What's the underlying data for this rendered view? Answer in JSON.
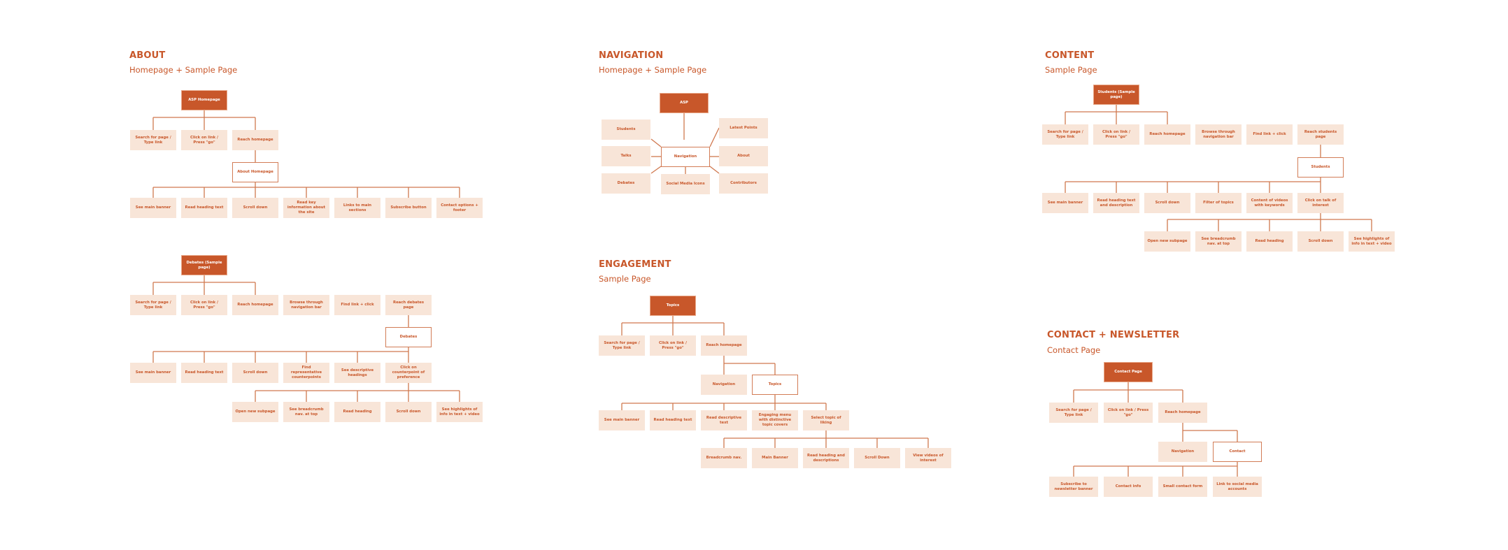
{
  "colors": {
    "accent": "#C8572A",
    "box_fill": "#F8E5D8",
    "line": "#D0784F"
  },
  "sections": [
    {
      "id": "about",
      "title": "ABOUT",
      "subtitle": "Homepage + Sample Page",
      "nodes": [
        {
          "label": "ASP Homepage",
          "kind": "root"
        },
        {
          "label": "Search for page / Type link"
        },
        {
          "label": "Click on link / Press \"go\""
        },
        {
          "label": "Reach homepage"
        },
        {
          "label": "About Homepage",
          "kind": "outline"
        },
        {
          "label": "See main banner"
        },
        {
          "label": "Read heading text"
        },
        {
          "label": "Scroll down"
        },
        {
          "label": "Read key information about the site"
        },
        {
          "label": "Links to main sections"
        },
        {
          "label": "Subscribe button"
        },
        {
          "label": "Contact options + footer"
        },
        {
          "label": "Debates (Sample page)",
          "kind": "root"
        },
        {
          "label": "Search for page / Type link"
        },
        {
          "label": "Click on link / Press \"go\""
        },
        {
          "label": "Reach homepage"
        },
        {
          "label": "Browse through navigation bar"
        },
        {
          "label": "Find link + click"
        },
        {
          "label": "Reach debates page"
        },
        {
          "label": "Debates",
          "kind": "outline"
        },
        {
          "label": "See main banner"
        },
        {
          "label": "Read heading text"
        },
        {
          "label": "Scroll down"
        },
        {
          "label": "Find representative counterpoints"
        },
        {
          "label": "See descriptive headings"
        },
        {
          "label": "Click on counterpoint of preference"
        },
        {
          "label": "Open new subpage"
        },
        {
          "label": "See breadcrumb nav. at top"
        },
        {
          "label": "Read heading"
        },
        {
          "label": "Scroll down"
        },
        {
          "label": "See highlights of info in text + video"
        }
      ]
    },
    {
      "id": "navigation",
      "title": "NAVIGATION",
      "subtitle": "Homepage + Sample Page",
      "nodes": [
        {
          "label": "ASP",
          "kind": "root"
        },
        {
          "label": "Students"
        },
        {
          "label": "Talks"
        },
        {
          "label": "Debates"
        },
        {
          "label": "Navigation",
          "kind": "outline"
        },
        {
          "label": "Social Media Icons"
        },
        {
          "label": "Latest Points"
        },
        {
          "label": "About"
        },
        {
          "label": "Contributors"
        }
      ]
    },
    {
      "id": "content",
      "title": "CONTENT",
      "subtitle": "Sample Page",
      "nodes": [
        {
          "label": "Students (Sample page)",
          "kind": "root"
        },
        {
          "label": "Search for page / Type link"
        },
        {
          "label": "Click on link / Press \"go\""
        },
        {
          "label": "Reach homepage"
        },
        {
          "label": "Browse through navigation bar"
        },
        {
          "label": "Find link + click"
        },
        {
          "label": "Reach students page"
        },
        {
          "label": "Students",
          "kind": "outline"
        },
        {
          "label": "See main banner"
        },
        {
          "label": "Read heading text and description"
        },
        {
          "label": "Scroll down"
        },
        {
          "label": "Filter of topics"
        },
        {
          "label": "Content of videos with keywords"
        },
        {
          "label": "Click on talk of interest"
        },
        {
          "label": "Open new subpage"
        },
        {
          "label": "See breadcrumb nav. at top"
        },
        {
          "label": "Read heading"
        },
        {
          "label": "Scroll down"
        },
        {
          "label": "See highlights of info in text + video"
        }
      ]
    },
    {
      "id": "engagement",
      "title": "ENGAGEMENT",
      "subtitle": "Sample Page",
      "nodes": [
        {
          "label": "Topics",
          "kind": "root"
        },
        {
          "label": "Search for page / Type link"
        },
        {
          "label": "Click on link / Press \"go\""
        },
        {
          "label": "Reach homepage"
        },
        {
          "label": "Navigation"
        },
        {
          "label": "Topics",
          "kind": "outline"
        },
        {
          "label": "See main banner"
        },
        {
          "label": "Read heading text"
        },
        {
          "label": "Read descriptive text"
        },
        {
          "label": "Engaging menu with distinctive topic covers"
        },
        {
          "label": "Select topic of liking"
        },
        {
          "label": "Breadcrumb nav."
        },
        {
          "label": "Main Banner"
        },
        {
          "label": "Read heading and descriptions"
        },
        {
          "label": "Scroll Down"
        },
        {
          "label": "View videos of interest"
        }
      ]
    },
    {
      "id": "contact",
      "title": "CONTACT + NEWSLETTER",
      "subtitle": "Contact Page",
      "nodes": [
        {
          "label": "Contact Page",
          "kind": "root"
        },
        {
          "label": "Search for page / Type link"
        },
        {
          "label": "Click on link / Press \"go\""
        },
        {
          "label": "Reach homepage"
        },
        {
          "label": "Navigation"
        },
        {
          "label": "Contact",
          "kind": "outline"
        },
        {
          "label": "Subscribe to newsletter banner"
        },
        {
          "label": "Contact info"
        },
        {
          "label": "Small contact form"
        },
        {
          "label": "Link to social media accounts"
        }
      ]
    }
  ]
}
